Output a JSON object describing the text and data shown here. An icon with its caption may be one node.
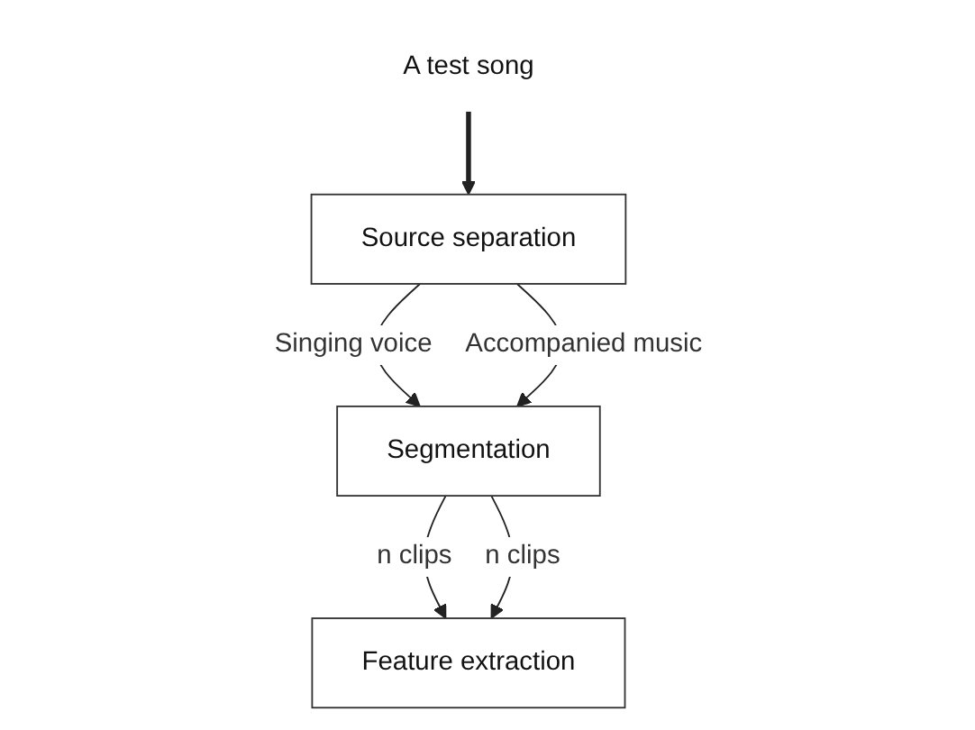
{
  "diagram": {
    "nodes": [
      {
        "text": [
          "A test song"
        ]
      },
      {
        "text": [
          "Source separation"
        ]
      },
      {
        "text": [
          "Segmentation"
        ]
      },
      {
        "text": [
          "Feature extraction"
        ]
      }
    ],
    "edges": [
      {
        "from": 0,
        "to": 1,
        "arrow": "to",
        "style": "thick"
      },
      {
        "from": 1,
        "to": 2,
        "arrow": "to",
        "label": "Singing voice"
      },
      {
        "from": 1,
        "to": 2,
        "arrow": "to",
        "label": "Accompanied music"
      },
      {
        "from": 2,
        "to": 3,
        "arrow": "to",
        "label": "n clips"
      },
      {
        "from": 2,
        "to": 3,
        "arrow": "to",
        "label": "n clips"
      }
    ]
  }
}
